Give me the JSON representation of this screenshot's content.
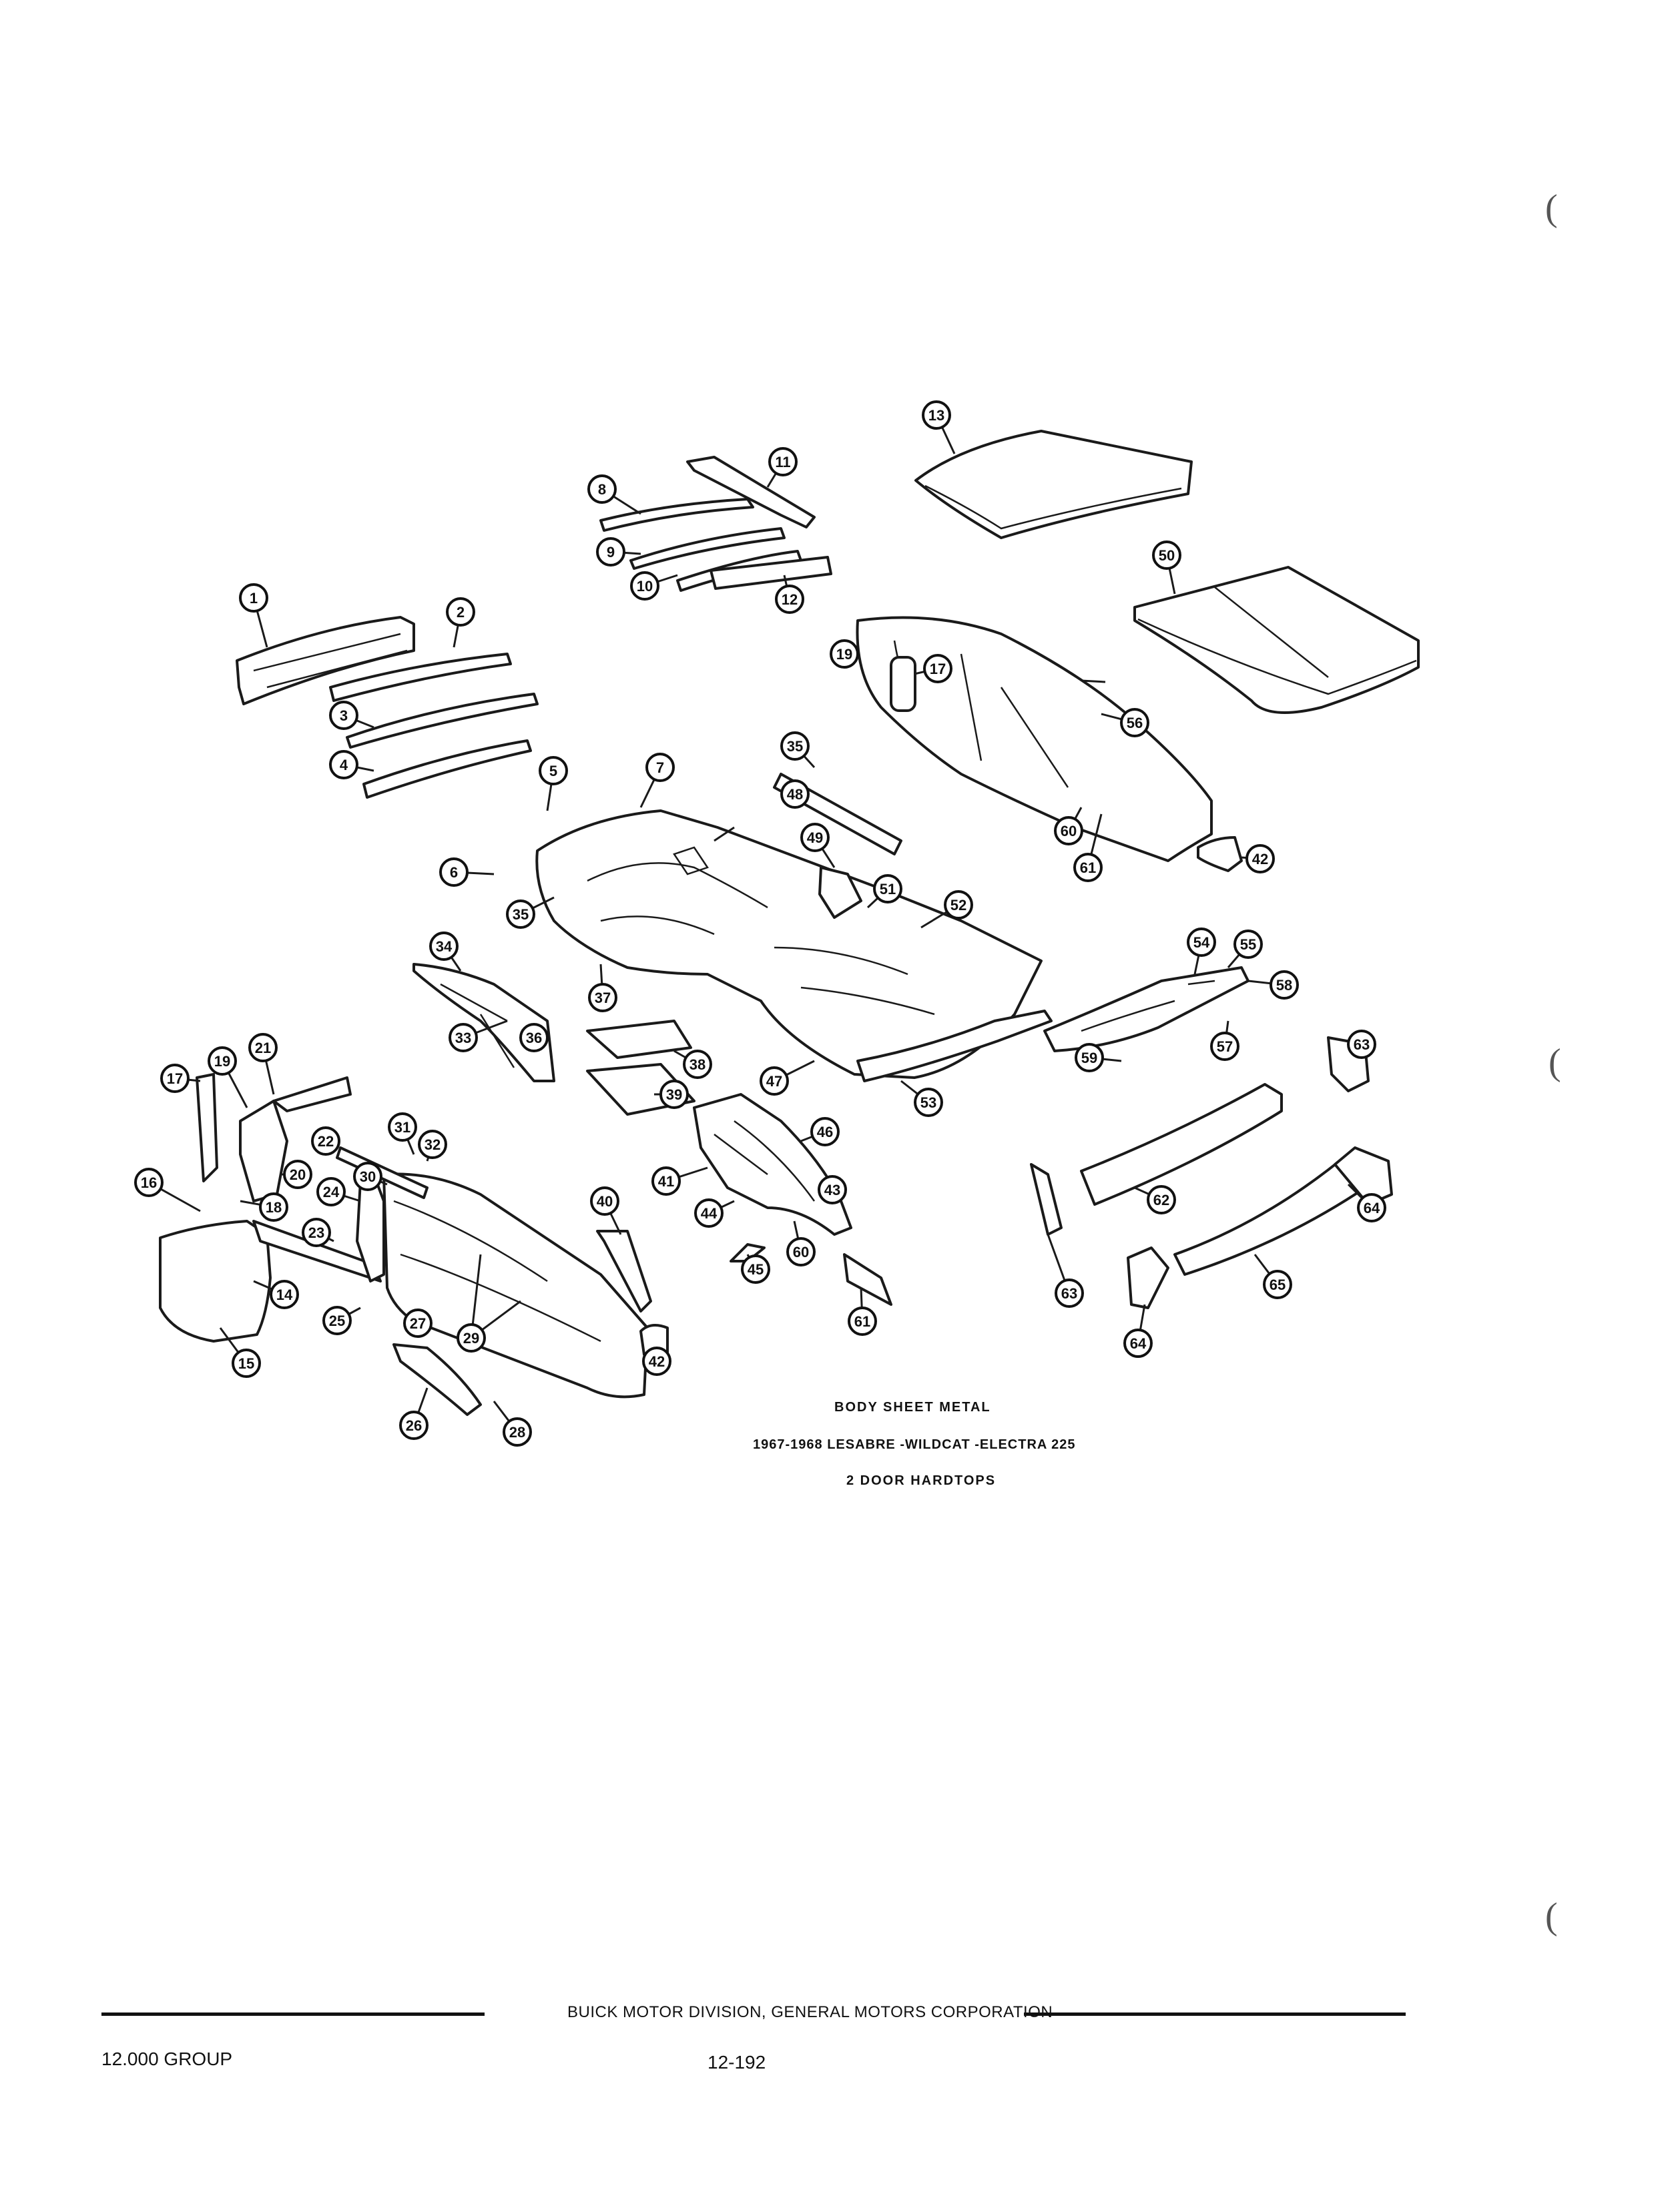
{
  "caption": {
    "title": "BODY SHEET METAL",
    "models": "1967-1968 LESABRE -WILDCAT -ELECTRA 225",
    "body_style": "2 DOOR HARDTOPS"
  },
  "footer": {
    "company": "BUICK MOTOR DIVISION, GENERAL MOTORS CORPORATION",
    "group": "12.000 GROUP",
    "page": "12-192"
  },
  "callouts": [
    "1",
    "2",
    "3",
    "4",
    "5",
    "6",
    "7",
    "8",
    "9",
    "10",
    "11",
    "12",
    "13",
    "14",
    "15",
    "16",
    "17",
    "18",
    "19",
    "20",
    "21",
    "22",
    "23",
    "24",
    "25",
    "26",
    "27",
    "28",
    "29",
    "30",
    "31",
    "32",
    "33",
    "34",
    "35",
    "36",
    "37",
    "38",
    "39",
    "40",
    "41",
    "42",
    "43",
    "44",
    "45",
    "46",
    "47",
    "48",
    "49",
    "50",
    "51",
    "52",
    "53",
    "54",
    "55",
    "56",
    "57",
    "58",
    "59",
    "60",
    "61",
    "62",
    "63",
    "64",
    "65"
  ],
  "margin_marks": [
    "(",
    "(",
    "("
  ]
}
